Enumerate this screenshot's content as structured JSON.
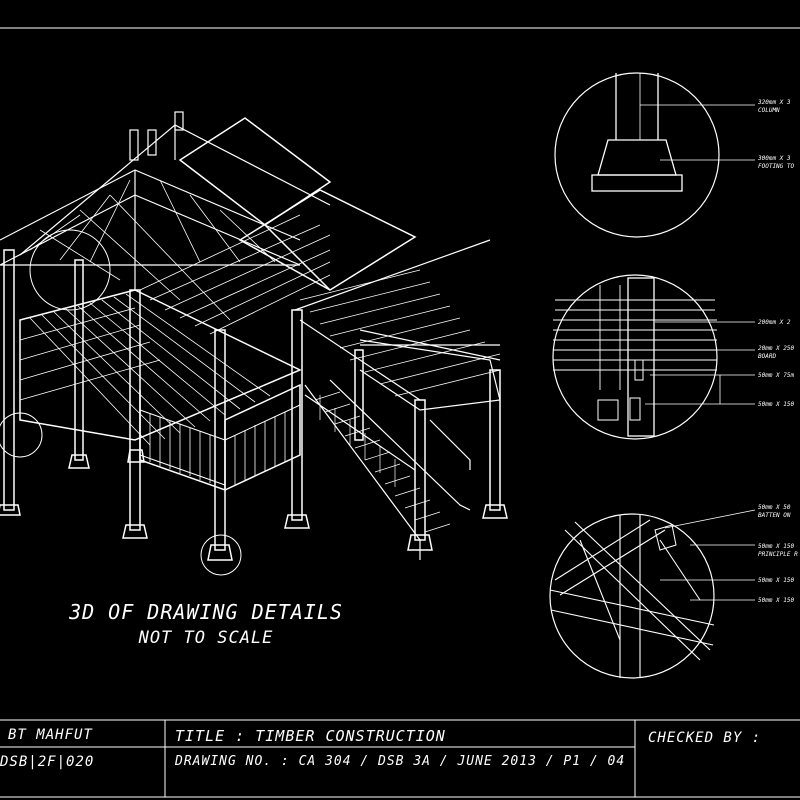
{
  "caption": {
    "line1": "3D OF DRAWING DETAILS",
    "line2": "NOT TO SCALE"
  },
  "callouts": {
    "detail1": [
      "320mm X 3",
      "COLUMN",
      "300mm X 3",
      "FOOTING TO"
    ],
    "detail2": [
      "200mm X 2",
      "20mm X 250",
      "BOARD",
      "50mm X 75m",
      "50mm X 150"
    ],
    "detail3": [
      "50mm X 50",
      "BATTEN ON",
      "50mm X 150",
      "PRINCIPLE R",
      "50mm X 150",
      "50mm X 150"
    ]
  },
  "title_block": {
    "name": "BT MAHFUT",
    "id": "DSB|2F|020",
    "title": "TITLE : TIMBER CONSTRUCTION",
    "drawing_no": "DRAWING NO. : CA 304 / DSB 3A / JUNE 2013 / P1 / 04",
    "checked_by": "CHECKED BY :"
  },
  "colors": {
    "background": "#000000",
    "lines": "#ffffff"
  }
}
